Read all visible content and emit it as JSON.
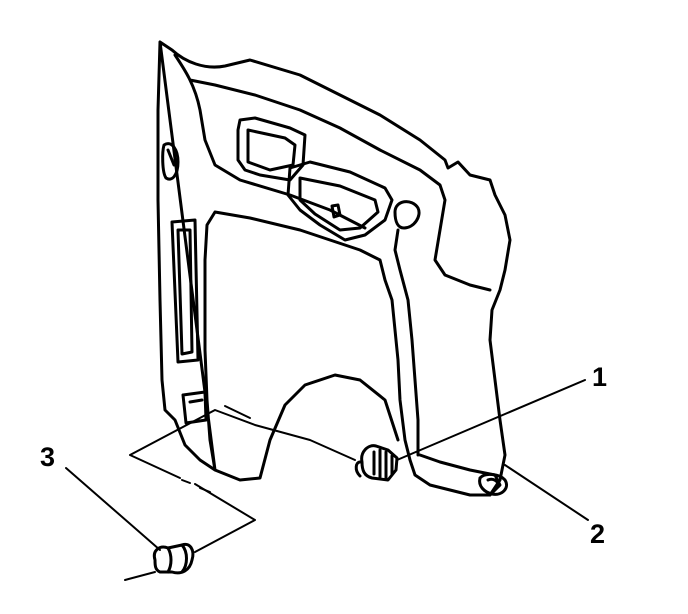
{
  "diagram": {
    "callouts": [
      {
        "id": "callout-1",
        "label": "1"
      },
      {
        "id": "callout-2",
        "label": "2"
      },
      {
        "id": "callout-3",
        "label": "3"
      }
    ],
    "colors": {
      "line": "#000000",
      "fill": "#ffffff"
    }
  }
}
